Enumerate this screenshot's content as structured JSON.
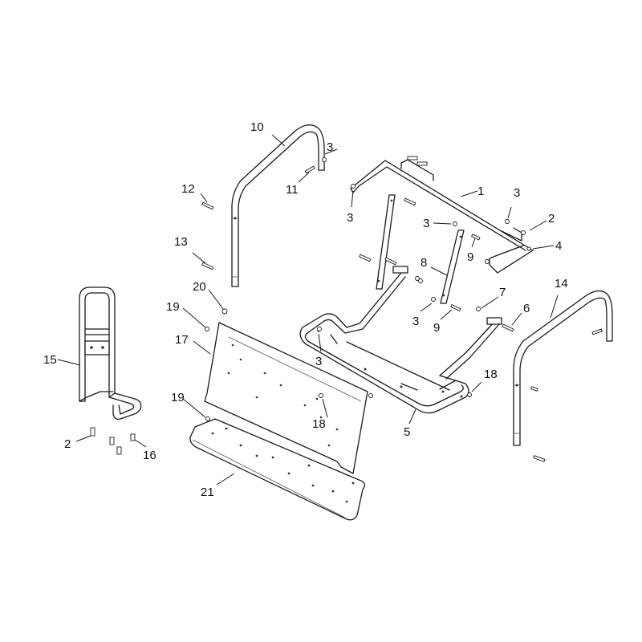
{
  "callouts": [
    {
      "id": "c1",
      "text": "1"
    },
    {
      "id": "c2a",
      "text": "2"
    },
    {
      "id": "c2b",
      "text": "2"
    },
    {
      "id": "c3a",
      "text": "3"
    },
    {
      "id": "c3b",
      "text": "3"
    },
    {
      "id": "c3c",
      "text": "3"
    },
    {
      "id": "c3d",
      "text": "3"
    },
    {
      "id": "c3e",
      "text": "3"
    },
    {
      "id": "c3f",
      "text": "3"
    },
    {
      "id": "c4",
      "text": "4"
    },
    {
      "id": "c5",
      "text": "5"
    },
    {
      "id": "c6",
      "text": "6"
    },
    {
      "id": "c7",
      "text": "7"
    },
    {
      "id": "c8",
      "text": "8"
    },
    {
      "id": "c9a",
      "text": "9"
    },
    {
      "id": "c9b",
      "text": "9"
    },
    {
      "id": "c10",
      "text": "10"
    },
    {
      "id": "c11",
      "text": "11"
    },
    {
      "id": "c12",
      "text": "12"
    },
    {
      "id": "c13",
      "text": "13"
    },
    {
      "id": "c14",
      "text": "14"
    },
    {
      "id": "c15",
      "text": "15"
    },
    {
      "id": "c16",
      "text": "16"
    },
    {
      "id": "c17",
      "text": "17"
    },
    {
      "id": "c18a",
      "text": "18"
    },
    {
      "id": "c18b",
      "text": "18"
    },
    {
      "id": "c19a",
      "text": "19"
    },
    {
      "id": "c19b",
      "text": "19"
    },
    {
      "id": "c20",
      "text": "20"
    },
    {
      "id": "c21",
      "text": "21"
    }
  ]
}
